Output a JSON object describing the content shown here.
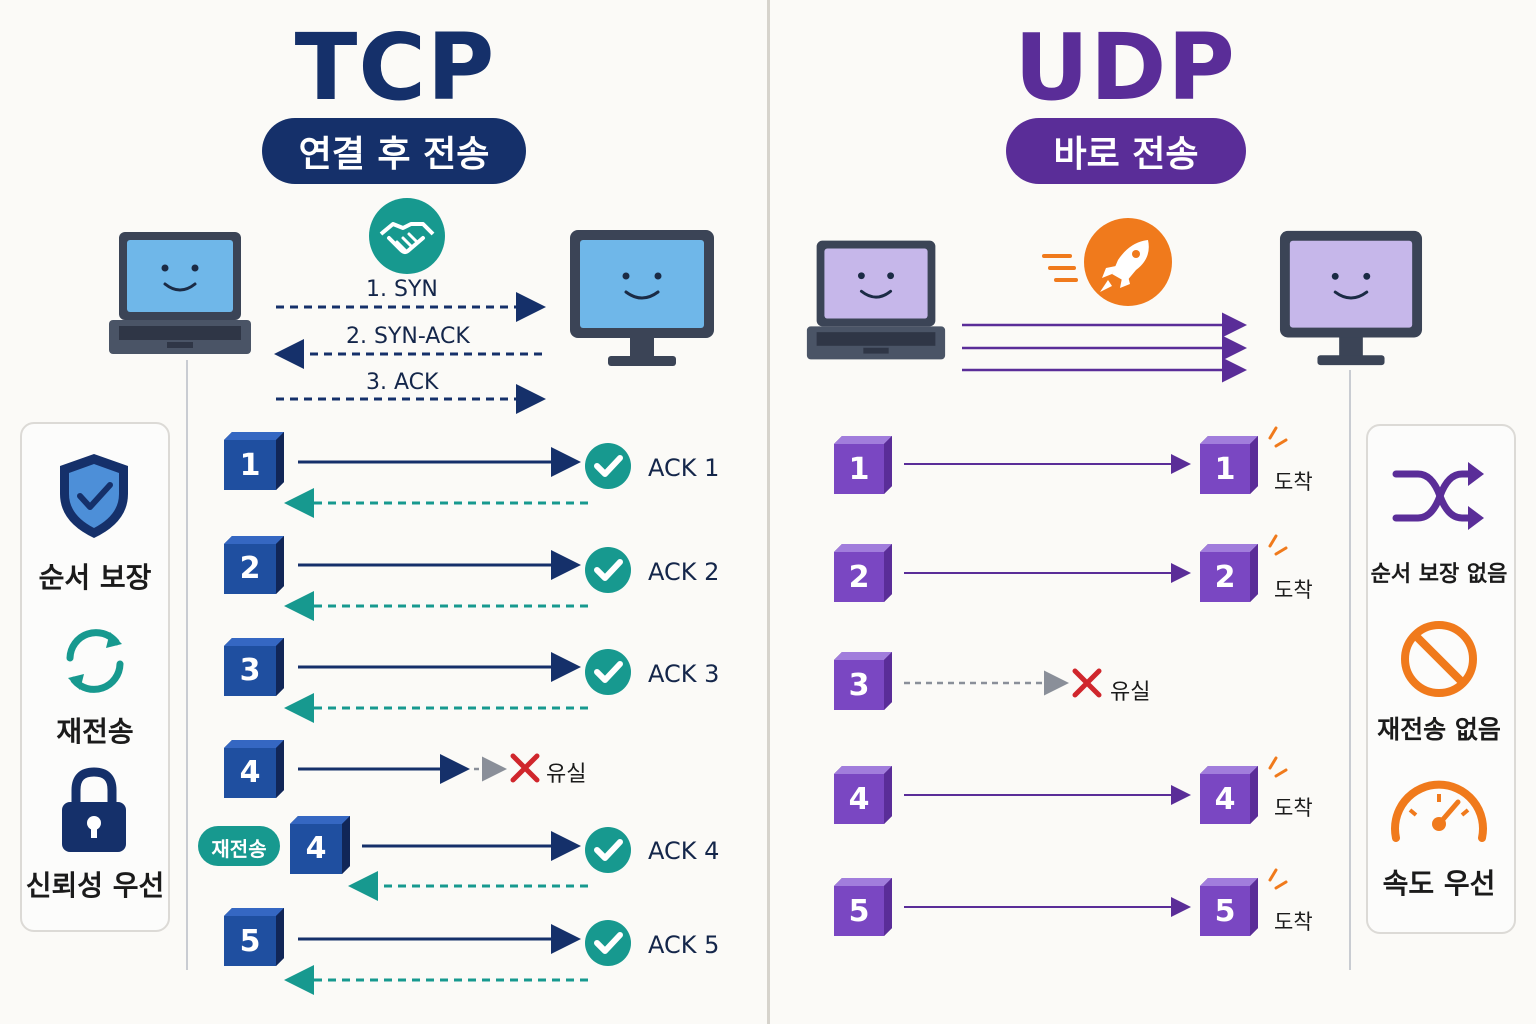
{
  "tcp": {
    "title": "TCP",
    "subtitle": "연결 후 전송",
    "handshake": [
      "1. SYN",
      "2. SYN-ACK",
      "3. ACK"
    ],
    "packets": [
      "1",
      "2",
      "3",
      "4",
      "4",
      "5"
    ],
    "acks": [
      "ACK 1",
      "ACK 2",
      "ACK 3",
      "ACK 4",
      "ACK 5"
    ],
    "lost_label": "유실",
    "retransmit_badge": "재전송",
    "features": [
      "순서 보장",
      "재전송",
      "신뢰성 우선"
    ]
  },
  "udp": {
    "title": "UDP",
    "subtitle": "바로 전송",
    "packets": [
      "1",
      "2",
      "3",
      "4",
      "5"
    ],
    "arrived_label": "도착",
    "lost_label": "유실",
    "features": [
      "순서 보장 없음",
      "재전송 없음",
      "속도 우선"
    ]
  },
  "colors": {
    "tcp_navy": "#15306a",
    "tcp_teal": "#17998f",
    "udp_purple": "#5a2d98",
    "udp_orange": "#f07a1c",
    "lost_red": "#d0262c"
  },
  "icons": {
    "tcp_header": "handshake-icon",
    "udp_header": "rocket-icon",
    "tcp_features": [
      "shield-check-icon",
      "refresh-cycle-icon",
      "padlock-icon"
    ],
    "udp_features": [
      "shuffle-icon",
      "prohibited-icon",
      "speedometer-icon"
    ]
  }
}
